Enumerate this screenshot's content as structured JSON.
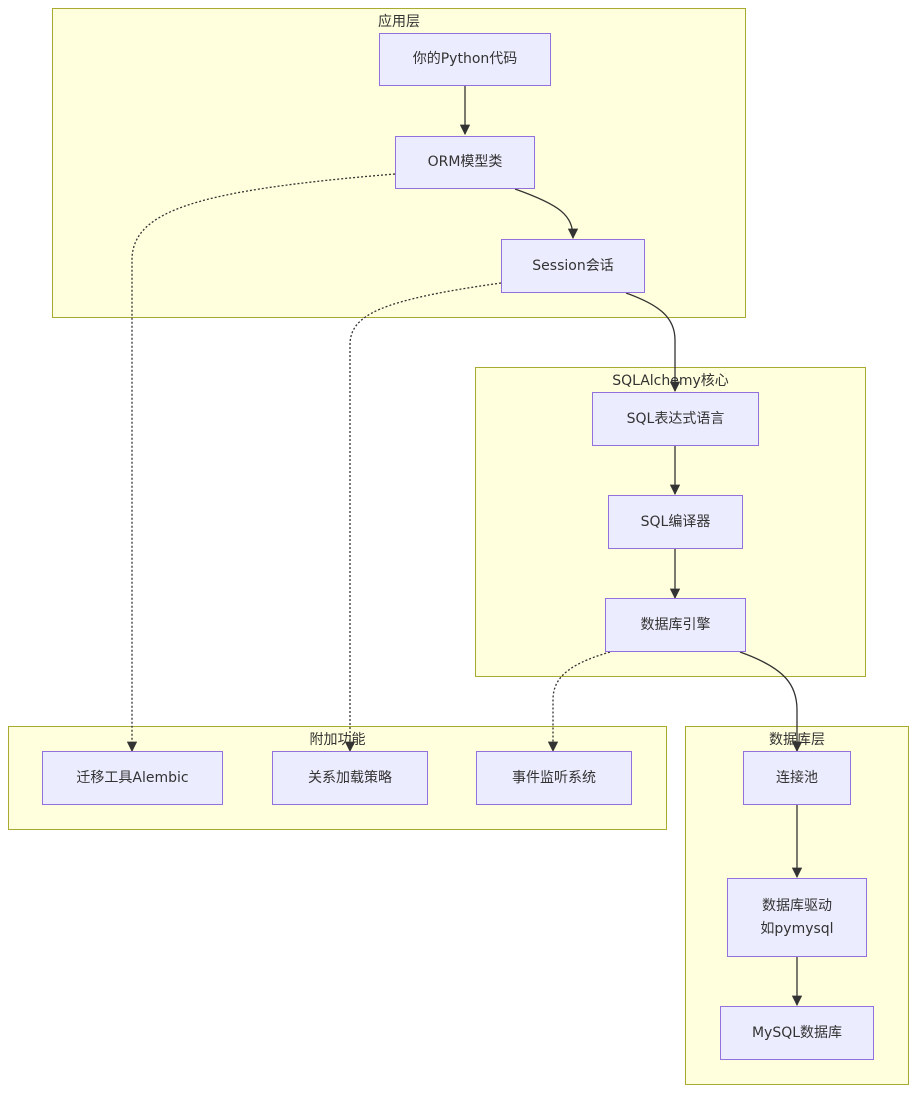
{
  "clusters": {
    "app": "应用层",
    "core": "SQLAlchemy核心",
    "addon": "附加功能",
    "db": "数据库层"
  },
  "nodes": {
    "python_code": "你的Python代码",
    "orm": "ORM模型类",
    "session": "Session会话",
    "sql_expr": "SQL表达式语言",
    "compiler": "SQL编译器",
    "engine": "数据库引擎",
    "alembic": "迁移工具Alembic",
    "loading": "关系加载策略",
    "events": "事件监听系统",
    "pool": "连接池",
    "driver": "数据库驱动\n如pymysql",
    "mysql": "MySQL数据库"
  },
  "colors": {
    "cluster_fill": "#ffffde",
    "cluster_border": "#aaaa33",
    "node_fill": "#ececff",
    "node_border": "#9370db",
    "edge": "#333333"
  }
}
